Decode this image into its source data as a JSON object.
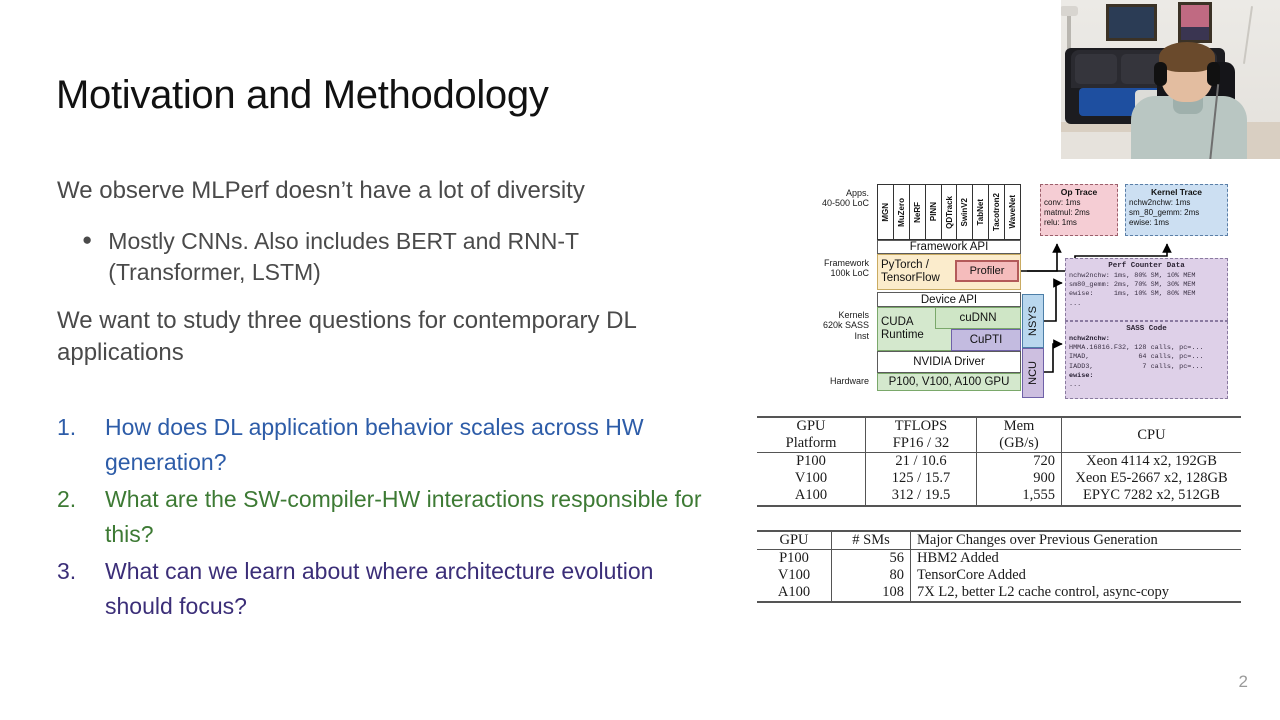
{
  "slide": {
    "title": "Motivation and Methodology",
    "page_number": "2",
    "lead_1": "We observe MLPerf doesn’t have a lot of diversity",
    "bullet_1": "Mostly CNNs. Also includes BERT and RNN-T (Transformer, LSTM)",
    "lead_2": "We want to study three questions for contemporary DL applications",
    "questions": [
      {
        "num": "1.",
        "text": "How does DL application behavior scales across HW generation?",
        "color": "#2d5ca8"
      },
      {
        "num": "2.",
        "text": "What are the SW-compiler-HW interactions responsible for this?",
        "color": "#3d7a34"
      },
      {
        "num": "3.",
        "text": "What can we learn about where architecture evolution should focus?",
        "color": "#3b2e78"
      }
    ]
  },
  "figure": {
    "row_labels": {
      "apps": "Apps.\n40-500 LoC",
      "apps_l1": "Apps.",
      "apps_l2": "40-500 LoC",
      "framework_l1": "Framework",
      "framework_l2": "100k LoC",
      "kernels_l1": "Kernels",
      "kernels_l2": "620k SASS",
      "kernels_l3": "Inst",
      "hardware": "Hardware"
    },
    "apps": [
      "MGN",
      "MuZero",
      "NeRF",
      "PINN",
      "QDTrack",
      "SwinV2",
      "TabNet",
      "Tacotron2",
      "WaveNet"
    ],
    "framework_api": "Framework API",
    "framework_box": "PyTorch /\nTensorFlow",
    "framework_box_l1": "PyTorch /",
    "framework_box_l2": "TensorFlow",
    "profiler": "Profiler",
    "device_api": "Device API",
    "cuda_runtime_l1": "CUDA",
    "cuda_runtime_l2": "Runtime",
    "cudnn": "cuDNN",
    "cupti": "CuPTI",
    "driver": "NVIDIA Driver",
    "hardware_box": "P100, V100, A100 GPU",
    "nsys": "NSYS",
    "ncu": "NCU",
    "op_trace": {
      "title": "Op Trace",
      "lines": [
        "conv: 1ms",
        "matmul: 2ms",
        "relu: 1ms"
      ]
    },
    "kernel_trace": {
      "title": "Kernel Trace",
      "lines": [
        "nchw2nchw: 1ms",
        "sm_80_gemm: 2ms",
        "ewise: 1ms"
      ]
    },
    "perf_counter": {
      "title": "Perf Counter Data",
      "lines": [
        "nchw2nchw: 1ms, 80% SM, 10% MEM",
        "sm80_gemm: 2ms, 70% SM, 30% MEM",
        "ewise:     1ms, 10% SM, 80% MEM",
        "..."
      ]
    },
    "sass_code": {
      "title": "SASS Code",
      "lines": [
        {
          "text": "nchw2nchw:",
          "bold": true
        },
        {
          "text": "HMMA.16816.F32, 128 calls, pc=...",
          "bold": false
        },
        {
          "text": "IMAD,            64 calls, pc=...",
          "bold": false
        },
        {
          "text": "IADD3,            7 calls, pc=...",
          "bold": false
        },
        {
          "text": "ewise:",
          "bold": true
        },
        {
          "text": "...",
          "bold": false
        }
      ]
    },
    "colors": {
      "framework": "#fbeccc",
      "profiler": "#f5bcbc",
      "cuda": "#d4e8cd",
      "cupti": "#c3bbe0",
      "nsys": "#b9d7ee",
      "ncu": "#cdbfe0",
      "op_trace": "#f5cdd4",
      "kernel_trace": "#ccdff2",
      "perf_data": "#ded0e8"
    }
  },
  "table_gpu_spec": {
    "headers_line1": [
      "GPU",
      "TFLOPS",
      "Mem",
      "CPU"
    ],
    "headers_line2": [
      "Platform",
      "FP16 / 32",
      "(GB/s)",
      ""
    ],
    "rows": [
      [
        "P100",
        "21 / 10.6",
        "720",
        "Xeon 4114 x2, 192GB"
      ],
      [
        "V100",
        "125 / 15.7",
        "900",
        "Xeon E5-2667 x2, 128GB"
      ],
      [
        "A100",
        "312 / 19.5",
        "1,555",
        "EPYC 7282 x2, 512GB"
      ]
    ]
  },
  "table_gpu_changes": {
    "headers": [
      "GPU",
      "# SMs",
      "Major Changes over Previous Generation"
    ],
    "rows": [
      [
        "P100",
        "56",
        "HBM2 Added"
      ],
      [
        "V100",
        "80",
        "TensorCore Added"
      ],
      [
        "A100",
        "108",
        "7X L2, better L2 cache control, async-copy"
      ]
    ]
  }
}
